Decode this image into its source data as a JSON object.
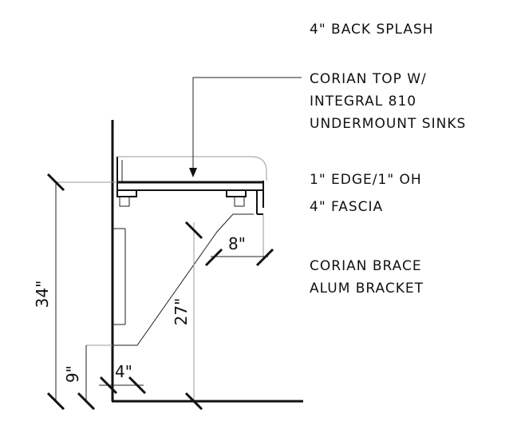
{
  "notes": {
    "back_splash": "4\" BACK SPLASH",
    "top_line1": "CORIAN TOP W/",
    "top_line2": "INTEGRAL 810",
    "top_line3": "UNDERMOUNT SINKS",
    "edge": "1\" EDGE/1\" OH",
    "fascia": "4\" FASCIA",
    "brace": "CORIAN BRACE",
    "bracket": "ALUM BRACKET"
  },
  "dimensions": {
    "overall_height": "34\"",
    "bracket_height": "27\"",
    "bracket_depth": "8\"",
    "lower_height": "9\"",
    "offset": "4\""
  },
  "colors": {
    "line": "#111111",
    "background": "#ffffff"
  }
}
